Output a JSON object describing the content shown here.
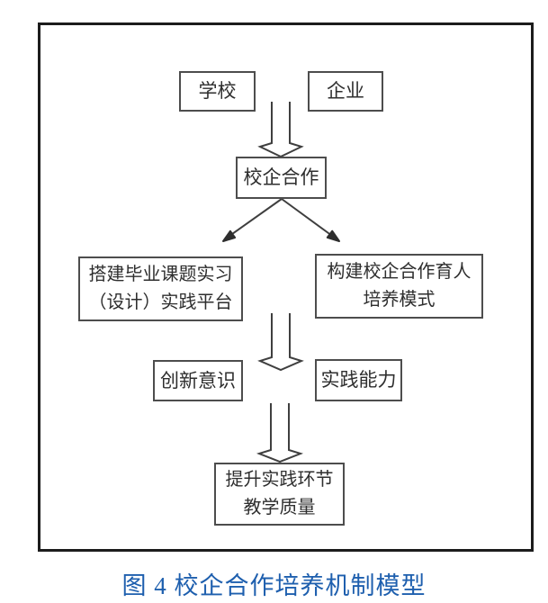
{
  "figure": {
    "caption": "图 4 校企合作培养机制模型"
  },
  "diagram": {
    "school": {
      "label": "学校"
    },
    "enterprise": {
      "label": "企业"
    },
    "cooperation": {
      "label": "校企合作"
    },
    "platform": {
      "label": "搭建毕业课题实习\n（设计）实践平台"
    },
    "mode": {
      "label": "构建校企合作育人\n培养模式"
    },
    "innovation": {
      "label": "创新意识"
    },
    "practice": {
      "label": "实践能力"
    },
    "quality": {
      "label": "提升实践环节\n教学质量"
    }
  },
  "colors": {
    "frame_border": "#1c1c1c",
    "node_border": "#4d4d4d",
    "node_text": "#2e2e2e",
    "arrow_stroke": "#3f3f3f",
    "caption_blue": "#1e5fae",
    "background": "#ffffff"
  }
}
